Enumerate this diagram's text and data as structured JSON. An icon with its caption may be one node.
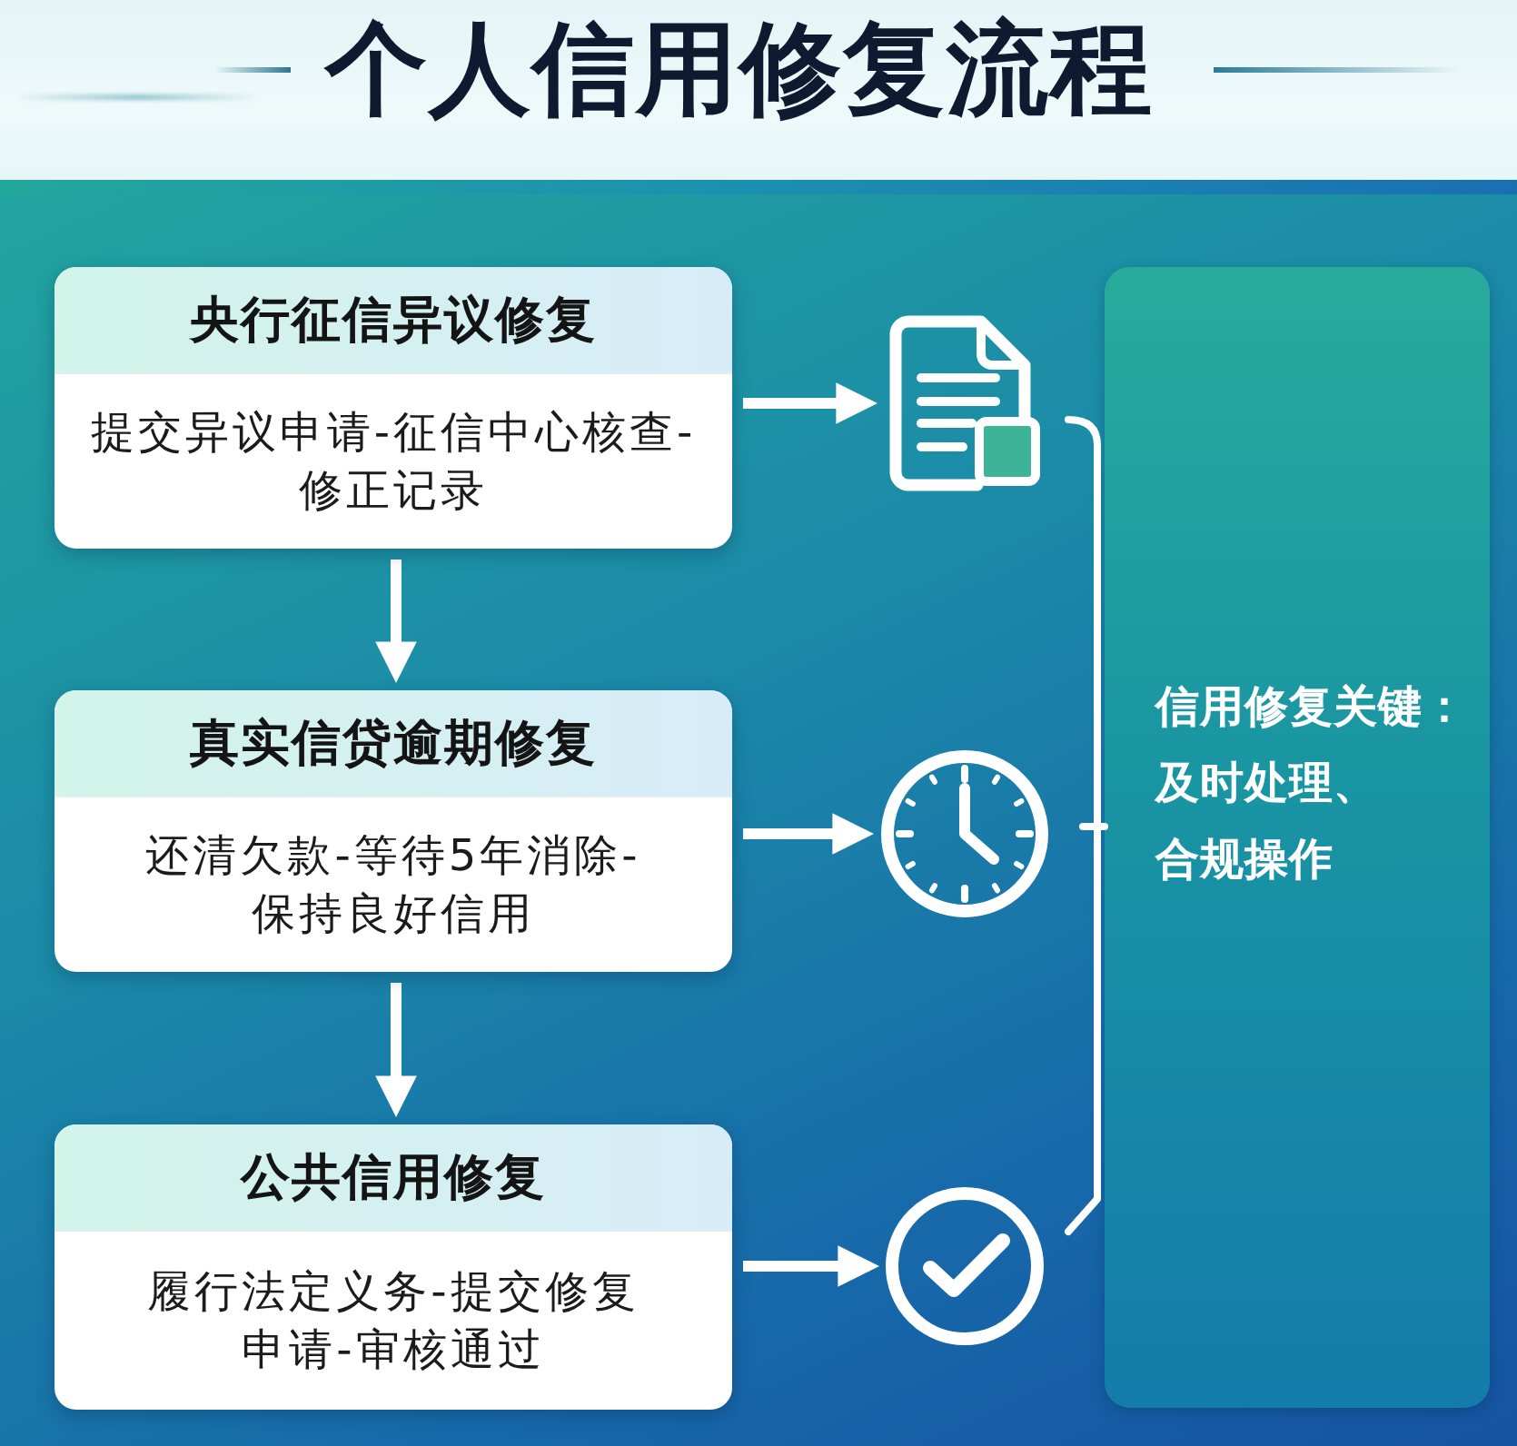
{
  "diagram": {
    "title": "个人信用修复流程",
    "nodes": [
      {
        "text": [
          "央行征信异议修复",
          "提交异议申请-征信中心核查-修正记录"
        ]
      },
      {
        "text": [
          "真实信贷逾期修复",
          "还清欠款-等待5年消除-保持良好信用"
        ]
      },
      {
        "text": [
          "公共信用修复",
          "履行法定义务-提交修复申请-审核通过"
        ]
      },
      {
        "text": [],
        "shape": "picture"
      },
      {
        "text": [],
        "shape": "picture"
      },
      {
        "text": [],
        "shape": "picture"
      },
      {
        "text": [
          "信用修复关键：及时处理、合规操作"
        ]
      }
    ],
    "edges": [
      {
        "from": 0,
        "to": 1,
        "arrow": "to"
      },
      {
        "from": 1,
        "to": 2,
        "arrow": "to"
      },
      {
        "from": 0,
        "to": 3,
        "arrow": "to"
      },
      {
        "from": 1,
        "to": 4,
        "arrow": "to"
      },
      {
        "from": 2,
        "to": 5,
        "arrow": "to"
      }
    ]
  }
}
